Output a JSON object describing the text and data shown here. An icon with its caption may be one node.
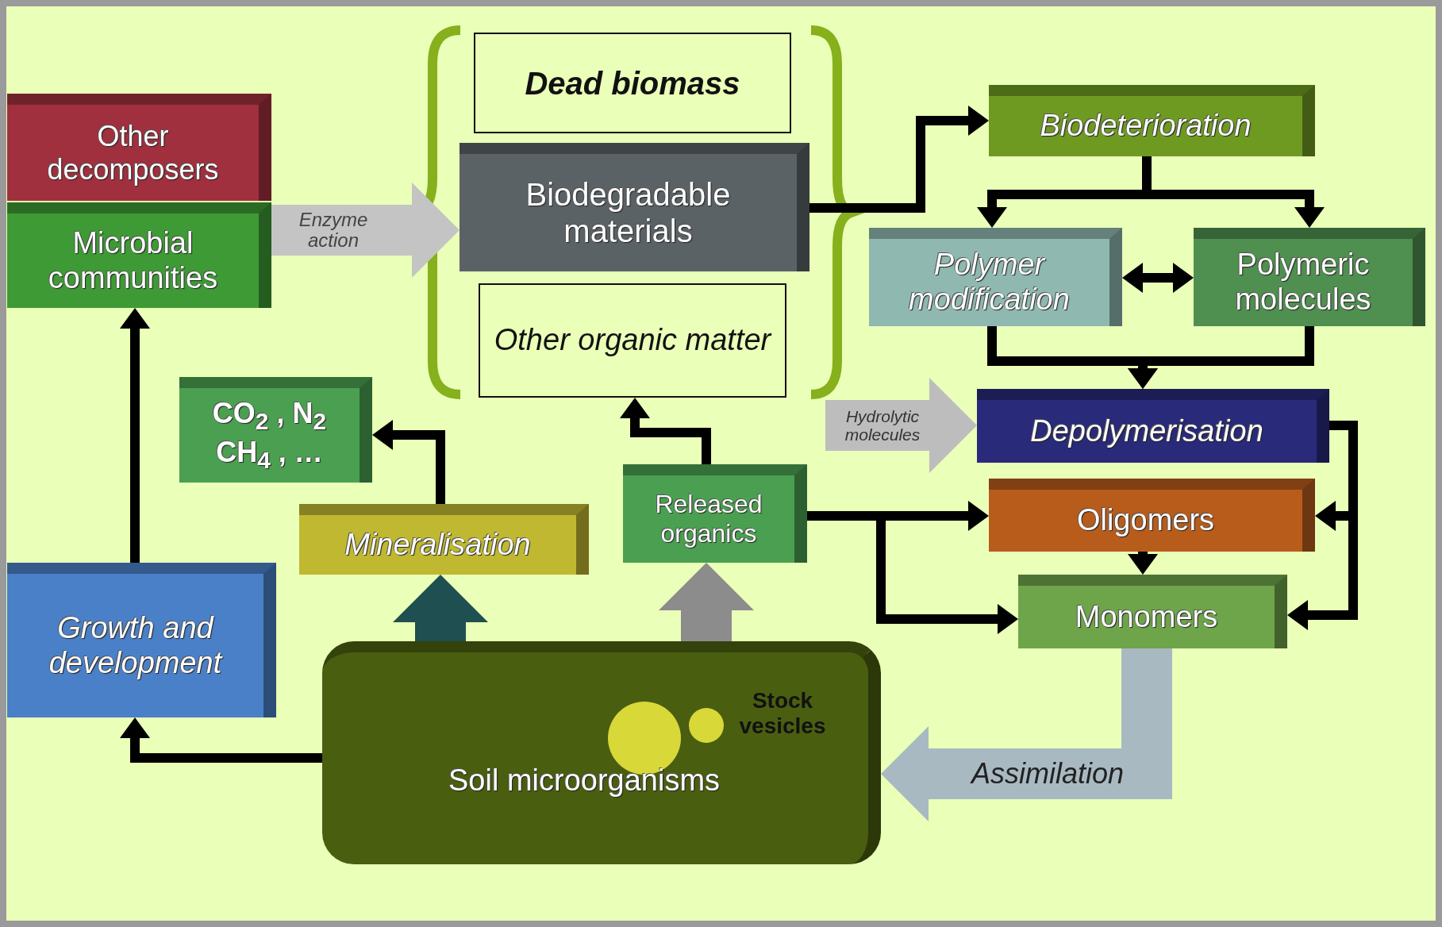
{
  "diagram": {
    "nodes": [
      {
        "text": [
          "Other decomposers"
        ]
      },
      {
        "text": [
          "Microbial communities"
        ]
      },
      {
        "text": [
          "Dead biomass"
        ]
      },
      {
        "text": [
          "Biodegradable materials"
        ]
      },
      {
        "text": [
          "Other organic matter"
        ]
      },
      {
        "text": [
          "Biodeterioration"
        ]
      },
      {
        "text": [
          "Polymer modification"
        ]
      },
      {
        "text": [
          "Polymeric molecules"
        ]
      },
      {
        "text": [
          "Depolymerisation"
        ]
      },
      {
        "text": [
          "Oligomers"
        ]
      },
      {
        "text": [
          "Monomers"
        ]
      },
      {
        "text": [
          "CO$_{2}$ , N$_{2}$ CH$_{4}$ , …"
        ]
      },
      {
        "text": [
          "Mineralisation"
        ]
      },
      {
        "text": [
          "Released organics"
        ]
      },
      {
        "text": [
          "Growth and development"
        ]
      },
      {
        "text": [
          "Stock vesicles",
          "Soil microorganisms"
        ]
      }
    ],
    "edges": [
      {
        "from": 1,
        "to": 3,
        "arrow": "to",
        "label": "Enzyme action",
        "style": "thick",
        "color": "#c4c4c4"
      },
      {
        "from": 3,
        "to": 5,
        "arrow": "to"
      },
      {
        "from": 5,
        "to": 6,
        "arrow": "to"
      },
      {
        "from": 5,
        "to": 7,
        "arrow": "to"
      },
      {
        "from": 6,
        "to": 7,
        "arrow": "both"
      },
      {
        "from": 6,
        "to": 8,
        "arrow": "to"
      },
      {
        "from": 7,
        "to": 8,
        "arrow": "to"
      },
      {
        "from": null,
        "to": 8,
        "arrow": "to",
        "label": "Hydrolytic molecules",
        "style": "thick",
        "color": "#bdbdbd"
      },
      {
        "from": 8,
        "to": 9,
        "arrow": "to"
      },
      {
        "from": 8,
        "to": 10,
        "arrow": "to"
      },
      {
        "from": 9,
        "to": 10,
        "arrow": "to"
      },
      {
        "from": 13,
        "to": 9,
        "arrow": "to"
      },
      {
        "from": 13,
        "to": 10,
        "arrow": "to"
      },
      {
        "from": 13,
        "to": 4,
        "arrow": "to"
      },
      {
        "from": 12,
        "to": 11,
        "arrow": "to"
      },
      {
        "from": 15,
        "to": 12,
        "arrow": "to",
        "style": "thick",
        "color": "#1f4f50"
      },
      {
        "from": 15,
        "to": 13,
        "arrow": "to",
        "style": "thick",
        "color": "#8c8c8c"
      },
      {
        "from": 10,
        "to": 15,
        "arrow": "to",
        "label": "Assimilation",
        "style": "thick",
        "color": "#a9b9c2"
      },
      {
        "from": 15,
        "to": 14,
        "arrow": "to"
      },
      {
        "from": 14,
        "to": 1,
        "arrow": "to"
      }
    ]
  }
}
